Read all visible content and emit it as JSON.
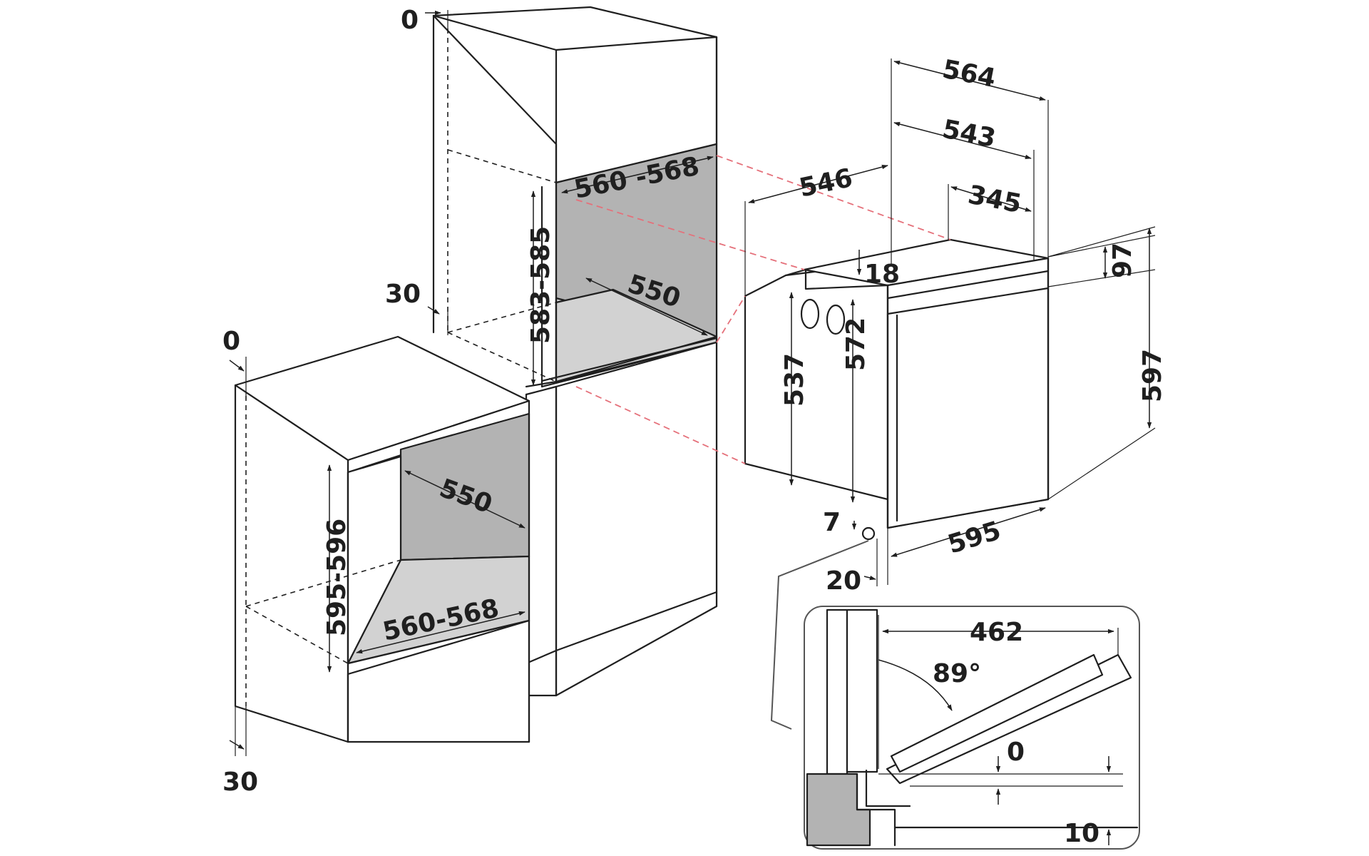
{
  "dimensions": {
    "top_cab_gap_top": "0",
    "top_cab_gap_side": "30",
    "top_niche_width": "560 -568",
    "top_niche_height": "583-585",
    "top_niche_depth": "550",
    "low_cab_gap_top": "0",
    "low_cab_gap_bottom": "30",
    "low_niche_depth": "550",
    "low_niche_height": "595-596",
    "low_niche_width": "560-568",
    "oven_overall_depth": "564",
    "oven_depth_543": "543",
    "oven_body_depth": "546",
    "oven_345": "345",
    "oven_panel_97": "97",
    "oven_18": "18",
    "oven_body_height": "537",
    "oven_front_height": "572",
    "oven_total_height": "597",
    "oven_width": "595",
    "oven_bottom_7": "7",
    "oven_frame_20": "20",
    "door_open_depth": "462",
    "door_angle": "89°",
    "door_gap_0": "0",
    "door_gap_10": "10"
  }
}
